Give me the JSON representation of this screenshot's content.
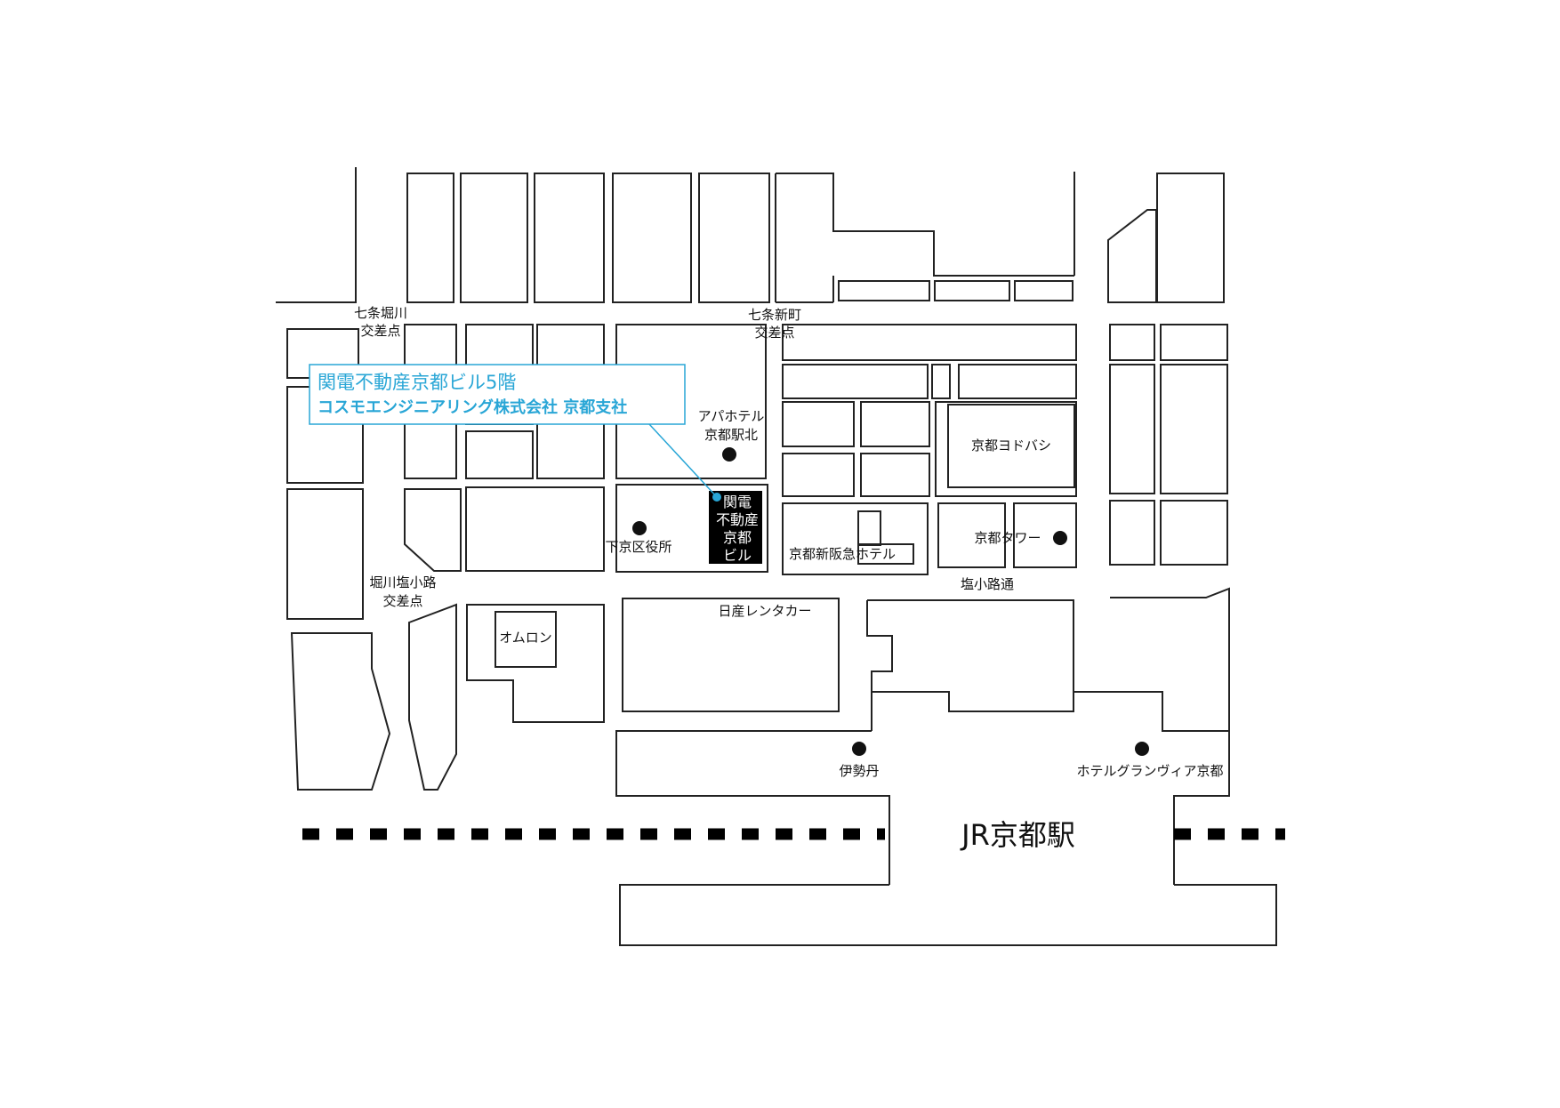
{
  "callout": {
    "line1": "関電不動産京都ビル5階",
    "line2": "コスモエンジニアリング株式会社 京都支社",
    "color": "#29a6d6"
  },
  "target_building": {
    "lines": [
      "関電",
      "不動産",
      "京都",
      "ビル"
    ]
  },
  "intersections": {
    "shichijo_horikawa": [
      "七条堀川",
      "交差点"
    ],
    "shichijo_shinmachi": [
      "七条新町",
      "交差点"
    ],
    "horikawa_shiokoji": [
      "堀川塩小路",
      "交差点"
    ]
  },
  "landmarks": {
    "apa_hotel": [
      "アパホテル",
      "京都駅北"
    ],
    "shimogyo_ward": "下京区役所",
    "yodobashi": "京都ヨドバシ",
    "kyoto_tower": "京都タワー",
    "hankyu_hotel": "京都新阪急ホテル",
    "omron": "オムロン",
    "nissan_rent": "日産レンタカー",
    "isetan": "伊勢丹",
    "granvia": "ホテルグランヴィア京都"
  },
  "streets": {
    "shiokoji": "塩小路通"
  },
  "station": "JR京都駅"
}
